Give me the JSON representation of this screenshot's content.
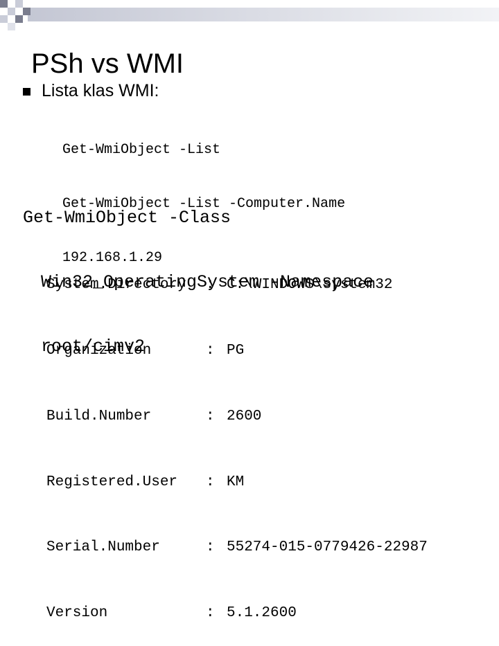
{
  "slide": {
    "title": "PSh vs WMI",
    "bullet": "Lista klas WMI:",
    "list_commands": [
      "Get-WmiObject -List",
      "Get-WmiObject -List -Computer.Name",
      "192.168.1.29"
    ],
    "main_command": [
      "Get-WmiObject -Class",
      "Win32_OperatingSystem -Namespace",
      "root/cimv2"
    ],
    "output": [
      {
        "key": "System.Directory",
        "sep": ":",
        "value": "C:\\WINDOWS\\system32"
      },
      {
        "key": "Organization",
        "sep": ":",
        "value": "PG"
      },
      {
        "key": "Build.Number",
        "sep": ":",
        "value": "2600"
      },
      {
        "key": "Registered.User",
        "sep": ":",
        "value": "KM"
      },
      {
        "key": "Serial.Number",
        "sep": ":",
        "value": "55274-015-0779426-22987"
      },
      {
        "key": "Version",
        "sep": ":",
        "value": "5.1.2600"
      }
    ]
  },
  "colors": {
    "band_dark": "#7a7d8e",
    "band_light": "#c9ccd8",
    "band_fade": "#e9eaf0",
    "text": "#000000"
  }
}
